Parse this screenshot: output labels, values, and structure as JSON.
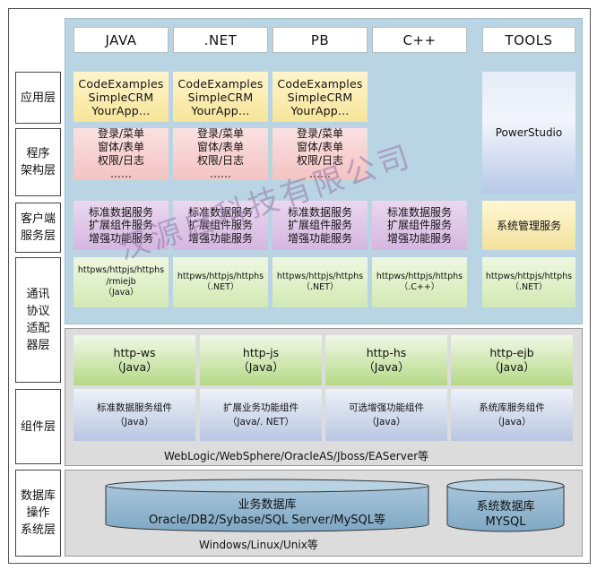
{
  "layers": {
    "app": "应用层",
    "arch": "程序\n架构层",
    "client": "客户端\n服务层",
    "protocol": "通讯\n协议\n适配\n器层",
    "component": "组件层",
    "database": "数据库\n操作\n系统层"
  },
  "languages": [
    "JAVA",
    ".NET",
    "PB",
    "C++",
    "TOOLS"
  ],
  "app_cell": {
    "line1": "CodeExamples",
    "line2": "SimpleCRM",
    "line3": "YourApp…"
  },
  "arch_cell": {
    "line1": "登录/菜单",
    "line2": "窗体/表单",
    "line3": "权限/日志",
    "line4": "……"
  },
  "service_cell": {
    "line1": "标准数据服务",
    "line2": "扩展组件服务",
    "line3": "增强功能服务"
  },
  "protocols": [
    {
      "line1": "httpws/httpjs/httphs",
      "line2": "/rmiejb",
      "line3": "（Java）"
    },
    {
      "line1": "httpws/httpjs/httphs",
      "line2": "（.NET）"
    },
    {
      "line1": "httpws/httpjs/httphs",
      "line2": "（.NET）"
    },
    {
      "line1": "httpws/httpjs/httphs",
      "line2": "（.C++）"
    },
    {
      "line1": "httpws/httpjs/httphs",
      "line2": "（.NET）"
    }
  ],
  "tools": {
    "powerstudio": "PowerStudio",
    "system_service": "系统管理服务"
  },
  "adapters": [
    {
      "name": "http-ws",
      "lang": "（Java）"
    },
    {
      "name": "http-js",
      "lang": "（Java）"
    },
    {
      "name": "http-hs",
      "lang": "（Java）"
    },
    {
      "name": "http-ejb",
      "lang": "（Java）"
    }
  ],
  "components": [
    {
      "name": "标准数据服务组件",
      "lang": "（Java）"
    },
    {
      "name": "扩展业务功能组件",
      "lang": "（Java/. NET）"
    },
    {
      "name": "可选增强功能组件",
      "lang": "（Java）"
    },
    {
      "name": "系统库服务组件",
      "lang": "（Java）"
    }
  ],
  "servers_note": "WebLogic/WebSphere/OracleAS/Jboss/EAServer等",
  "databases": {
    "business": {
      "line1": "业务数据库",
      "line2": "Oracle/DB2/Sybase/SQL Server/MySQL等"
    },
    "system": {
      "line1": "系统数据库",
      "line2": "MYSQL"
    }
  },
  "os_note": "Windows/Linux/Unix等",
  "watermark": "汉源启科技有限公司",
  "colors": {
    "top_panel": "#b9d4e2",
    "gray_panel": "#dcdcdc"
  }
}
